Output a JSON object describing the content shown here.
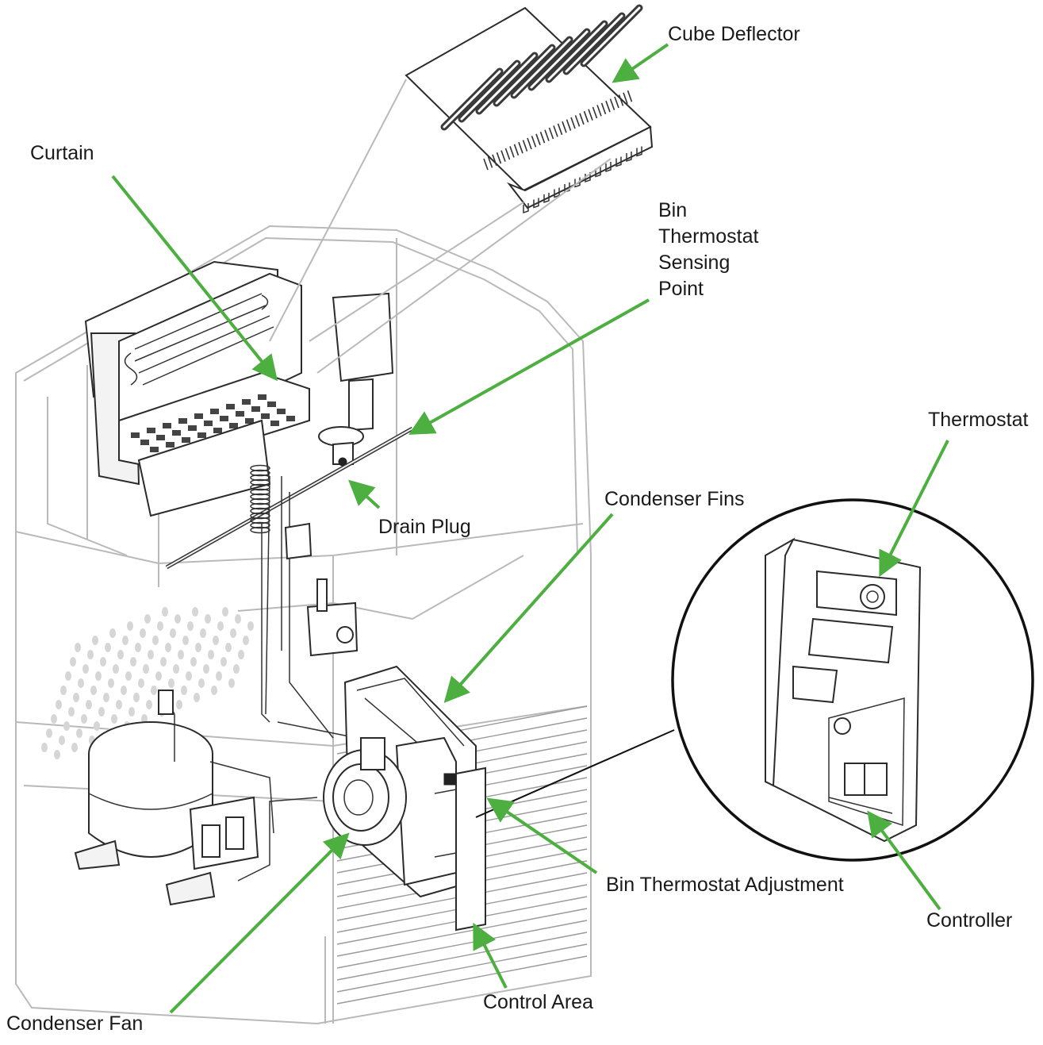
{
  "labels": {
    "cube_deflector": "Cube Deflector",
    "curtain": "Curtain",
    "bin_thermostat_sensing_point": [
      "Bin",
      "Thermostat",
      "Sensing",
      "Point"
    ],
    "drain_plug": "Drain Plug",
    "condenser_fins": "Condenser Fins",
    "thermostat": "Thermostat",
    "bin_thermostat_adjustment": "Bin Thermostat Adjustment",
    "controller": "Controller",
    "control_area": "Control Area",
    "condenser_fan": "Condenser Fan"
  },
  "colors": {
    "arrow": "#4caf3f",
    "line_art": "#2b2b2b",
    "cabinet_outline": "#b9b9b9",
    "label_text": "#1a1a1a"
  }
}
